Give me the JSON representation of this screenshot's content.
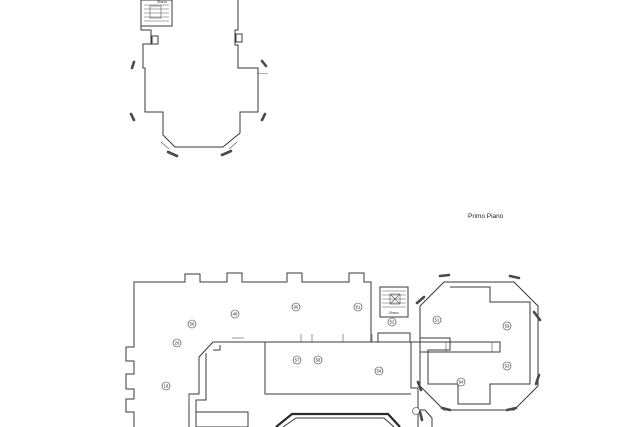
{
  "floor_label": "Primo Piano",
  "stair_labels": {
    "upper": "Sbarco",
    "lower": "Sbarco"
  },
  "rooms": [
    {
      "id": "r61",
      "label": "61"
    },
    {
      "id": "r60",
      "label": "60"
    },
    {
      "id": "r48",
      "label": "48"
    },
    {
      "id": "r56",
      "label": "56"
    },
    {
      "id": "r20",
      "label": "20"
    },
    {
      "id": "r18",
      "label": "18"
    },
    {
      "id": "r57",
      "label": "57"
    },
    {
      "id": "r58",
      "label": "58"
    },
    {
      "id": "r54",
      "label": "54"
    },
    {
      "id": "r52",
      "label": "52"
    },
    {
      "id": "r51",
      "label": "51"
    },
    {
      "id": "r53",
      "label": "53"
    },
    {
      "id": "r64",
      "label": "64"
    },
    {
      "id": "r59",
      "label": "59"
    }
  ],
  "colors": {
    "wall": "#3a3a3a",
    "background": "#ffffff"
  }
}
